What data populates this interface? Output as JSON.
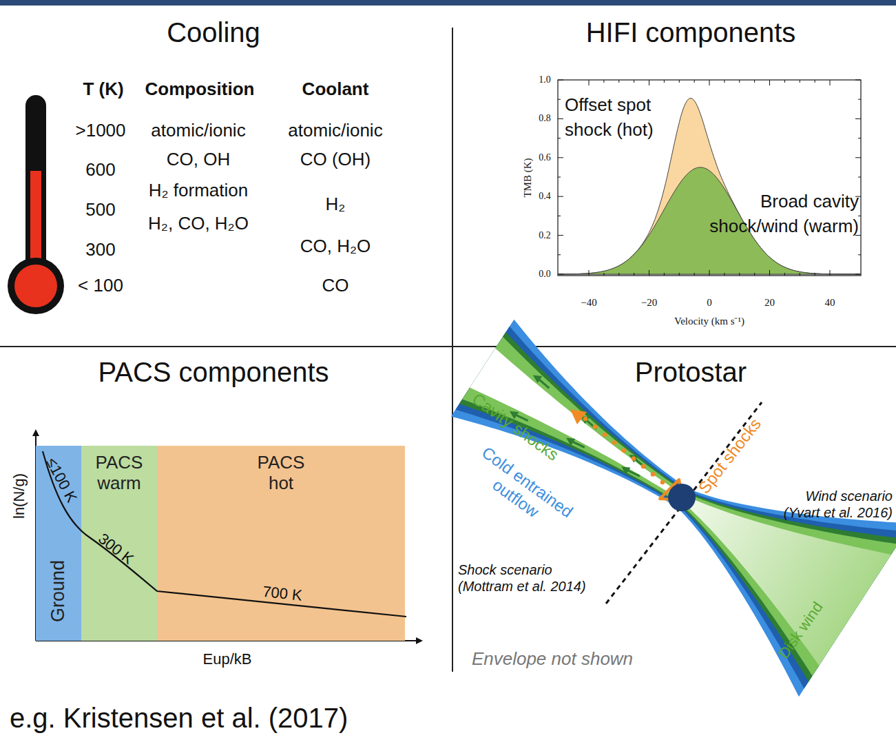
{
  "diagram": {
    "caption": "e.g. Kristensen et al. (2017)",
    "nodes": [
      {
        "text": [
          "Ground"
        ]
      },
      {
        "text": [
          "PACS warm"
        ]
      },
      {
        "text": [
          "PACS hot"
        ]
      }
    ],
    "labels": [
      "Cooling",
      "HIFI components",
      "PACS components",
      "Protostar",
      "T (K)",
      "Composition",
      "Coolant",
      ">1000",
      "atomic/ionic",
      "atomic/ionic",
      "CO, OH",
      "CO (OH)",
      "600",
      "H₂ formation",
      "H₂",
      "500",
      "H₂, CO, H₂O",
      "CO, H₂O",
      "300",
      "< 100",
      "CO",
      "1.0",
      "0.8",
      "0.6",
      "0.4",
      "0.2",
      "0.0",
      "−40",
      "−20",
      "0",
      "20",
      "40",
      "Velocity (km s⁻¹)",
      "TMB (K)",
      "Offset spot shock (hot)",
      "Broad cavity shock/wind (warm)",
      "≤100 K",
      "300 K",
      "700 K",
      "ln(N/g)",
      "Eup/kB",
      "Cavity shocks",
      "Cold entrained outflow",
      "Spot shocks",
      "Wind scenario (Yvart et al. 2016)",
      "Shock scenario (Mottram et al. 2014)",
      "Disk wind",
      "Envelope not shown"
    ]
  }
}
